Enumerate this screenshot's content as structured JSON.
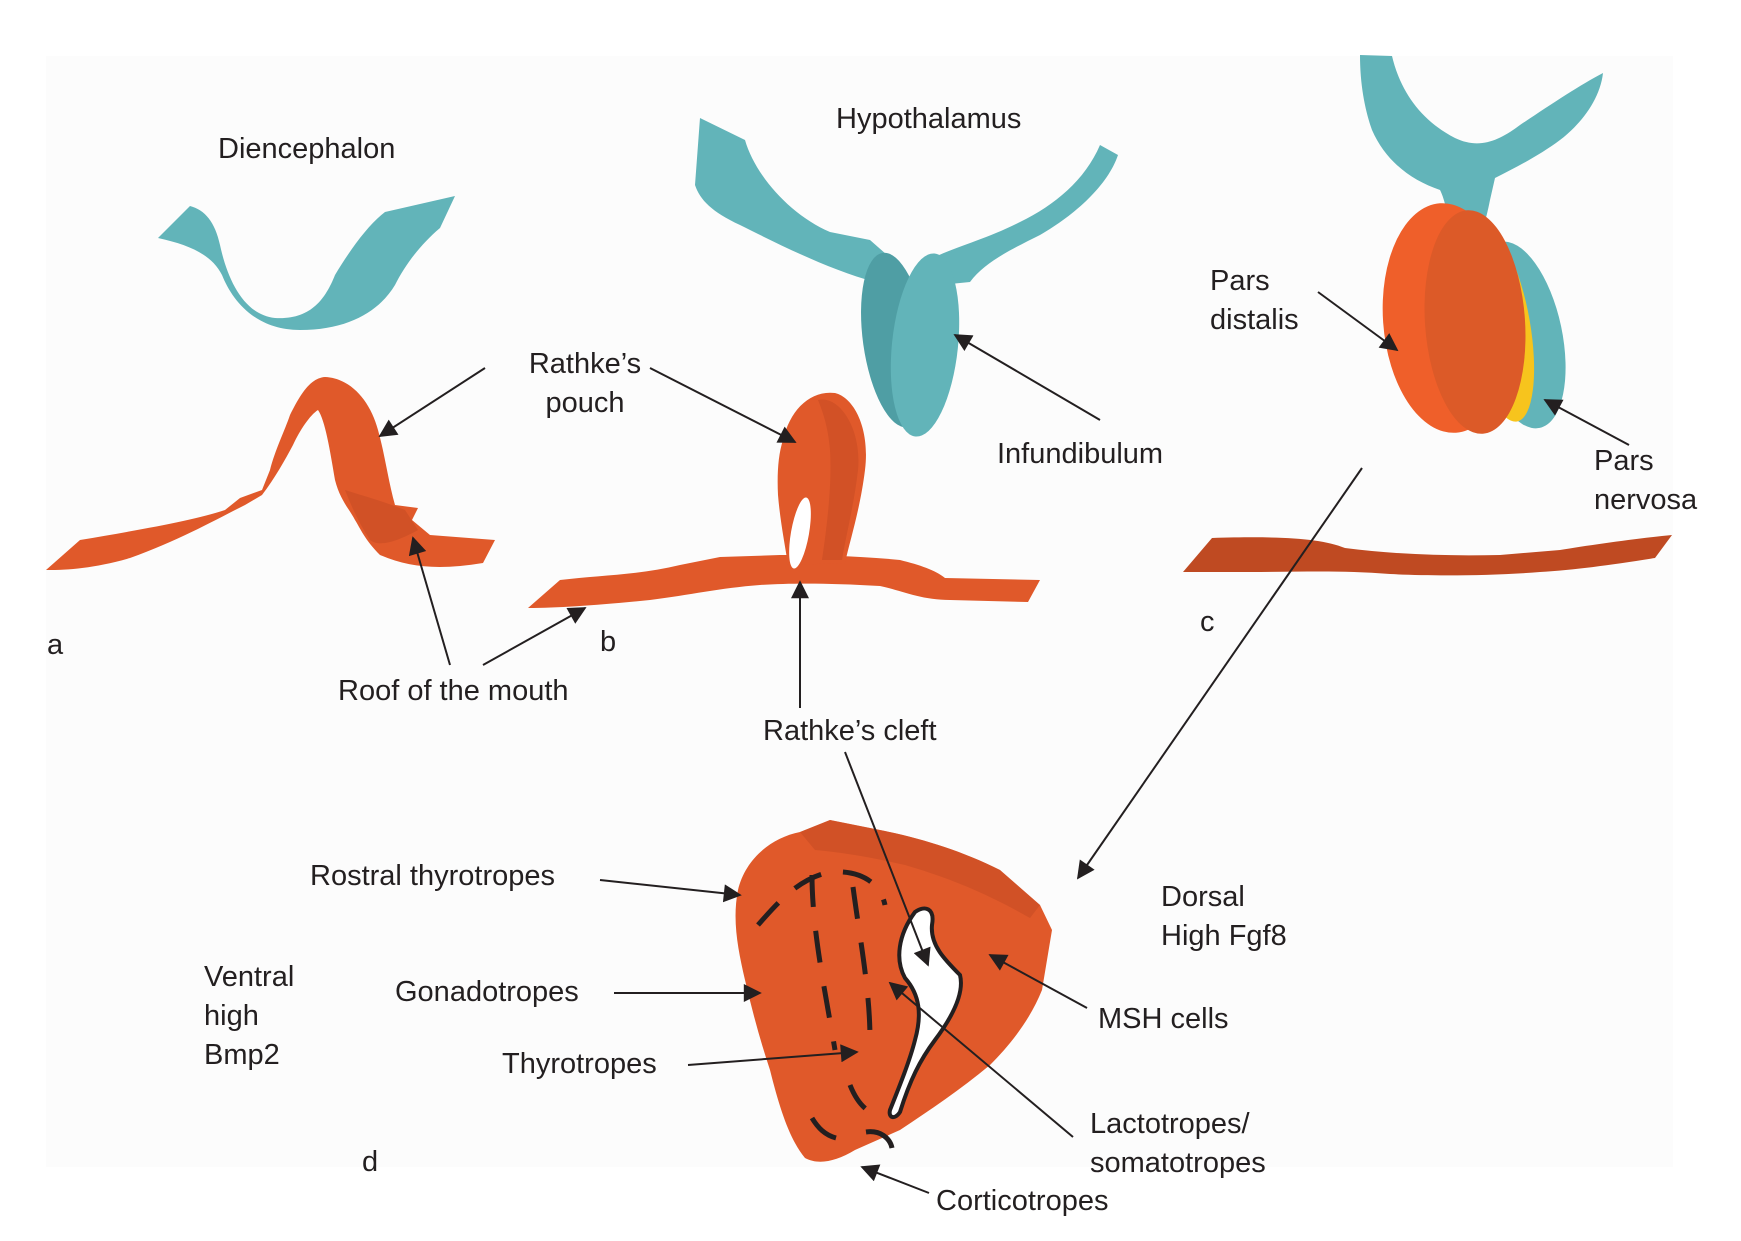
{
  "colors": {
    "ectoderm_orange": "#e0592a",
    "ectoderm_dark": "#c44a22",
    "ectoderm_shadow": "#a83c1a",
    "neural_teal": "#62b4b9",
    "neural_teal_dark": "#4f9ea4",
    "intermediate_yellow": "#f7c41d",
    "cleft_white": "#ffffff",
    "line": "#231f20",
    "panel_bg": "#fcfcfc"
  },
  "panels": {
    "a": {
      "letter": "a",
      "labels": {
        "diencephalon": "Diencephalon",
        "rathkes_pouch_line1": "Rathke’s",
        "rathkes_pouch_line2": "pouch",
        "roof_of_mouth": "Roof of the mouth"
      }
    },
    "b": {
      "letter": "b",
      "labels": {
        "hypothalamus": "Hypothalamus",
        "infundibulum": "Infundibulum",
        "rathkes_cleft": "Rathke’s cleft"
      }
    },
    "c": {
      "letter": "c",
      "labels": {
        "pars_distalis_line1": "Pars",
        "pars_distalis_line2": "distalis",
        "pars_nervosa_line1": "Pars",
        "pars_nervosa_line2": "nervosa"
      }
    },
    "d": {
      "letter": "d",
      "labels": {
        "rostral_thyrotropes": "Rostral thyrotropes",
        "gonadotropes": "Gonadotropes",
        "thyrotropes": "Thyrotropes",
        "corticotropes": "Corticotropes",
        "msh_cells": "MSH cells",
        "lactotropes_line1": "Lactotropes/",
        "lactotropes_line2": "somatotropes",
        "ventral_line1": "Ventral",
        "ventral_line2": "high",
        "ventral_line3": "Bmp2",
        "dorsal_line1": "Dorsal",
        "dorsal_line2": "High Fgf8"
      }
    }
  }
}
